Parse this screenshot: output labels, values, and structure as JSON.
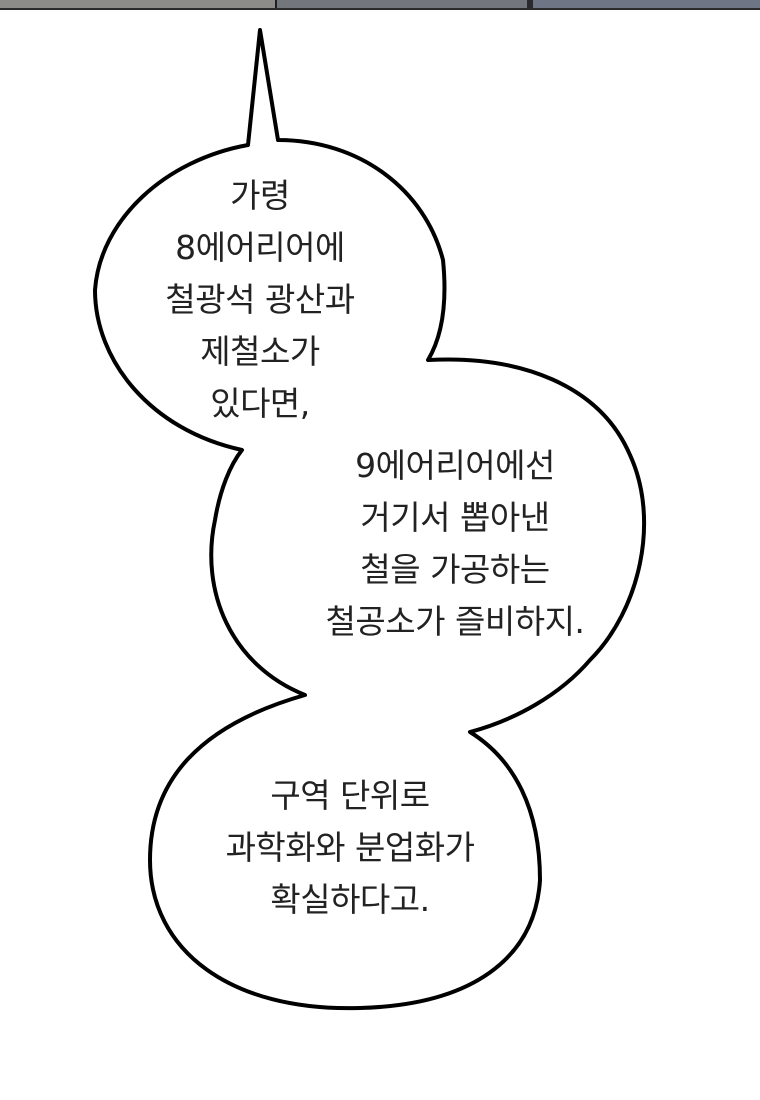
{
  "panel": {
    "bubble_1": [
      "가령",
      "8에어리어에",
      "철광석 광산과",
      "제철소가",
      "있다면,"
    ],
    "bubble_2": [
      "9에어리어에선",
      "거기서 뽑아낸",
      "철을 가공하는",
      "철공소가 즐비하지."
    ],
    "bubble_3": [
      "구역 단위로",
      "과학화와 분업화가",
      "확실하다고."
    ]
  },
  "colors": {
    "background": "#ffffff",
    "outline": "#000000",
    "text": "#222222"
  }
}
